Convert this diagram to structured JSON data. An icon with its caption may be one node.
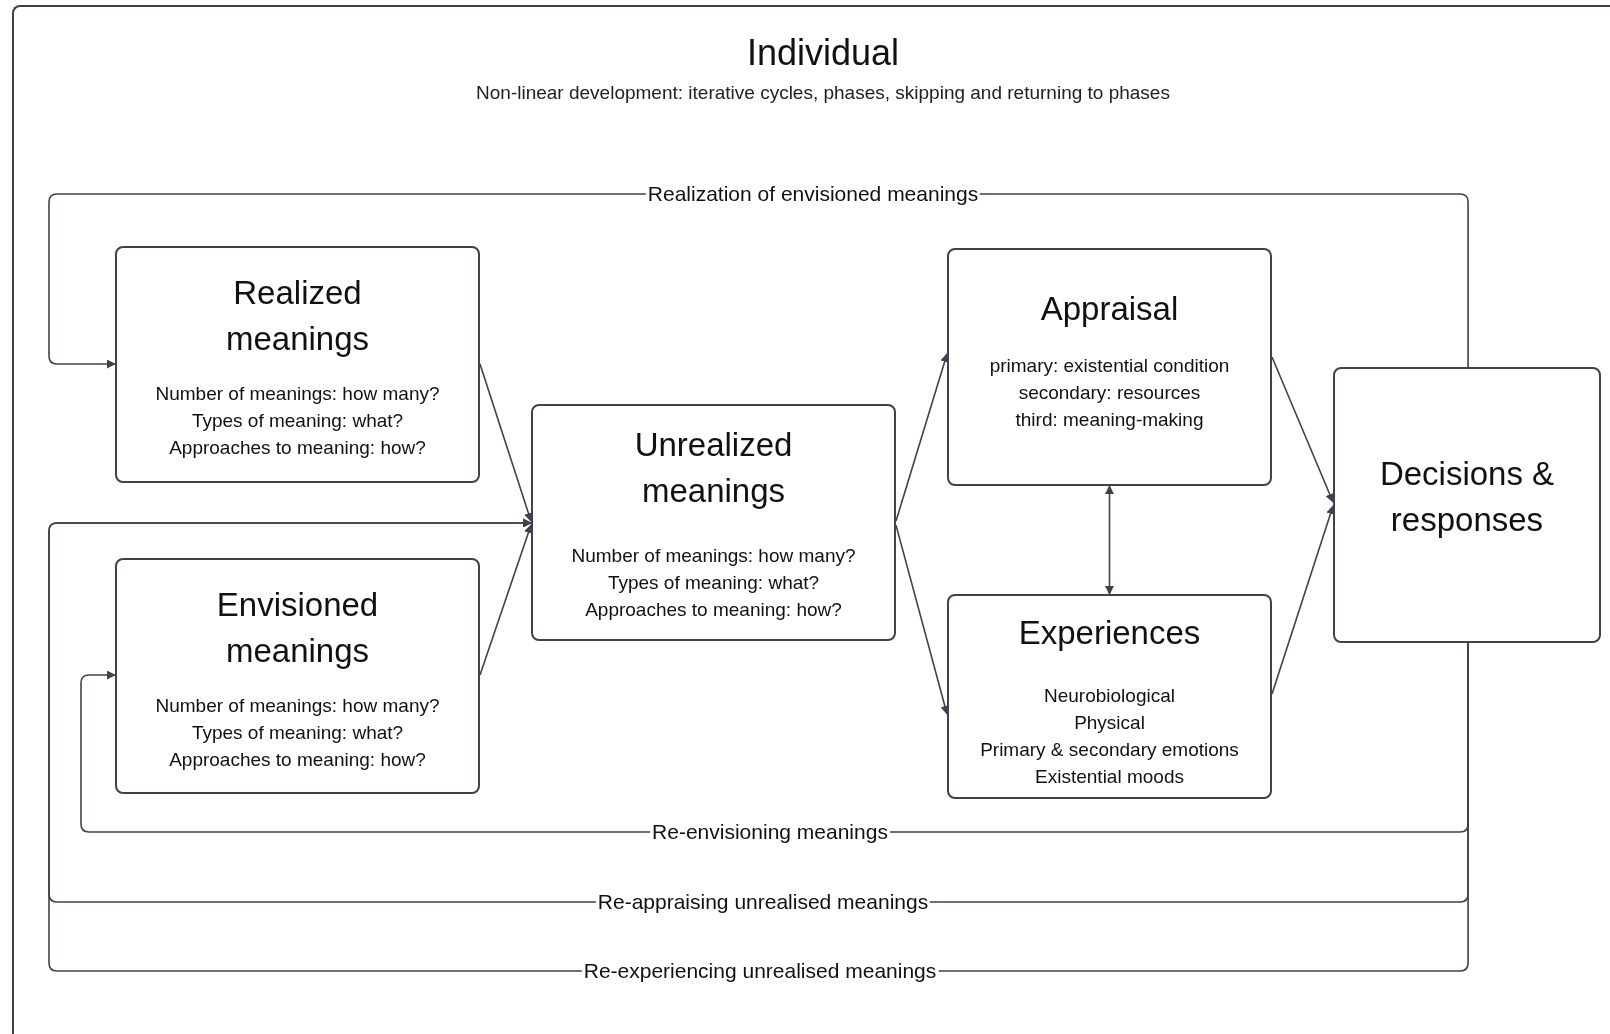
{
  "diagram": {
    "nodes": [
      {
        "text": [
          "Individual",
          "Non-linear development: iterative cycles, phases, skipping and returning to phases"
        ]
      },
      {
        "text": [
          "Realized meanings",
          "Number of meanings: how many?",
          "Types of meaning: what?",
          "Approaches to meaning: how?"
        ],
        "in": 0
      },
      {
        "text": [
          "Envisioned meanings",
          "Number of meanings: how many?",
          "Types of meaning: what?",
          "Approaches to meaning: how?"
        ],
        "in": 0
      },
      {
        "text": [
          "Unrealized meanings",
          "Number of meanings: how many?",
          "Types of meaning: what?",
          "Approaches to meaning: how?"
        ],
        "in": 0
      },
      {
        "text": [
          "Appraisal",
          "primary: existential condition",
          "secondary: resources",
          "third: meaning-making"
        ],
        "in": 0
      },
      {
        "text": [
          "Experiences",
          "Neurobiological",
          "Physical",
          "Primary & secondary emotions",
          "Existential moods"
        ],
        "in": 0
      },
      {
        "text": [
          "Decisions & responses"
        ],
        "in": 0
      }
    ],
    "edges": [
      {
        "from": 1,
        "to": 3,
        "arrow": "to"
      },
      {
        "from": 2,
        "to": 3,
        "arrow": "to"
      },
      {
        "from": 3,
        "to": 4,
        "arrow": "to"
      },
      {
        "from": 3,
        "to": 5,
        "arrow": "to"
      },
      {
        "from": 4,
        "to": 5,
        "arrow": "both"
      },
      {
        "from": 4,
        "to": 6,
        "arrow": "to"
      },
      {
        "from": 5,
        "to": 6,
        "arrow": "to"
      },
      {
        "from": 6,
        "to": 1,
        "arrow": "to",
        "label": "Realization of envisioned meanings"
      },
      {
        "from": 6,
        "to": 2,
        "arrow": "to",
        "label": "Re-envisioning meanings"
      },
      {
        "from": 6,
        "to": 3,
        "arrow": "to",
        "label": "Re-appraising unrealised meanings"
      },
      {
        "from": 6,
        "to": 3,
        "arrow": "to",
        "label": "Re-experiencing unrealised meanings"
      }
    ]
  }
}
